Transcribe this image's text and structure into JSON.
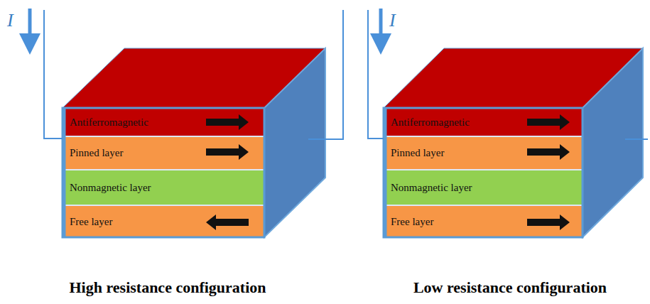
{
  "diagram": {
    "nodes": [
      {
        "text": [
          "Antiferromagnetic"
        ]
      },
      {
        "text": [
          "Pinned layer"
        ]
      },
      {
        "text": [
          "Nonmagnetic layer"
        ]
      },
      {
        "text": [
          "Free layer"
        ]
      },
      {
        "text": [
          "Antiferromagnetic"
        ]
      },
      {
        "text": [
          "Pinned layer"
        ]
      },
      {
        "text": [
          "Nonmagnetic layer"
        ]
      },
      {
        "text": [
          "Free layer"
        ]
      }
    ],
    "labels": [
      "I",
      "I",
      "High resistance configuration",
      "Low resistance configuration"
    ]
  }
}
